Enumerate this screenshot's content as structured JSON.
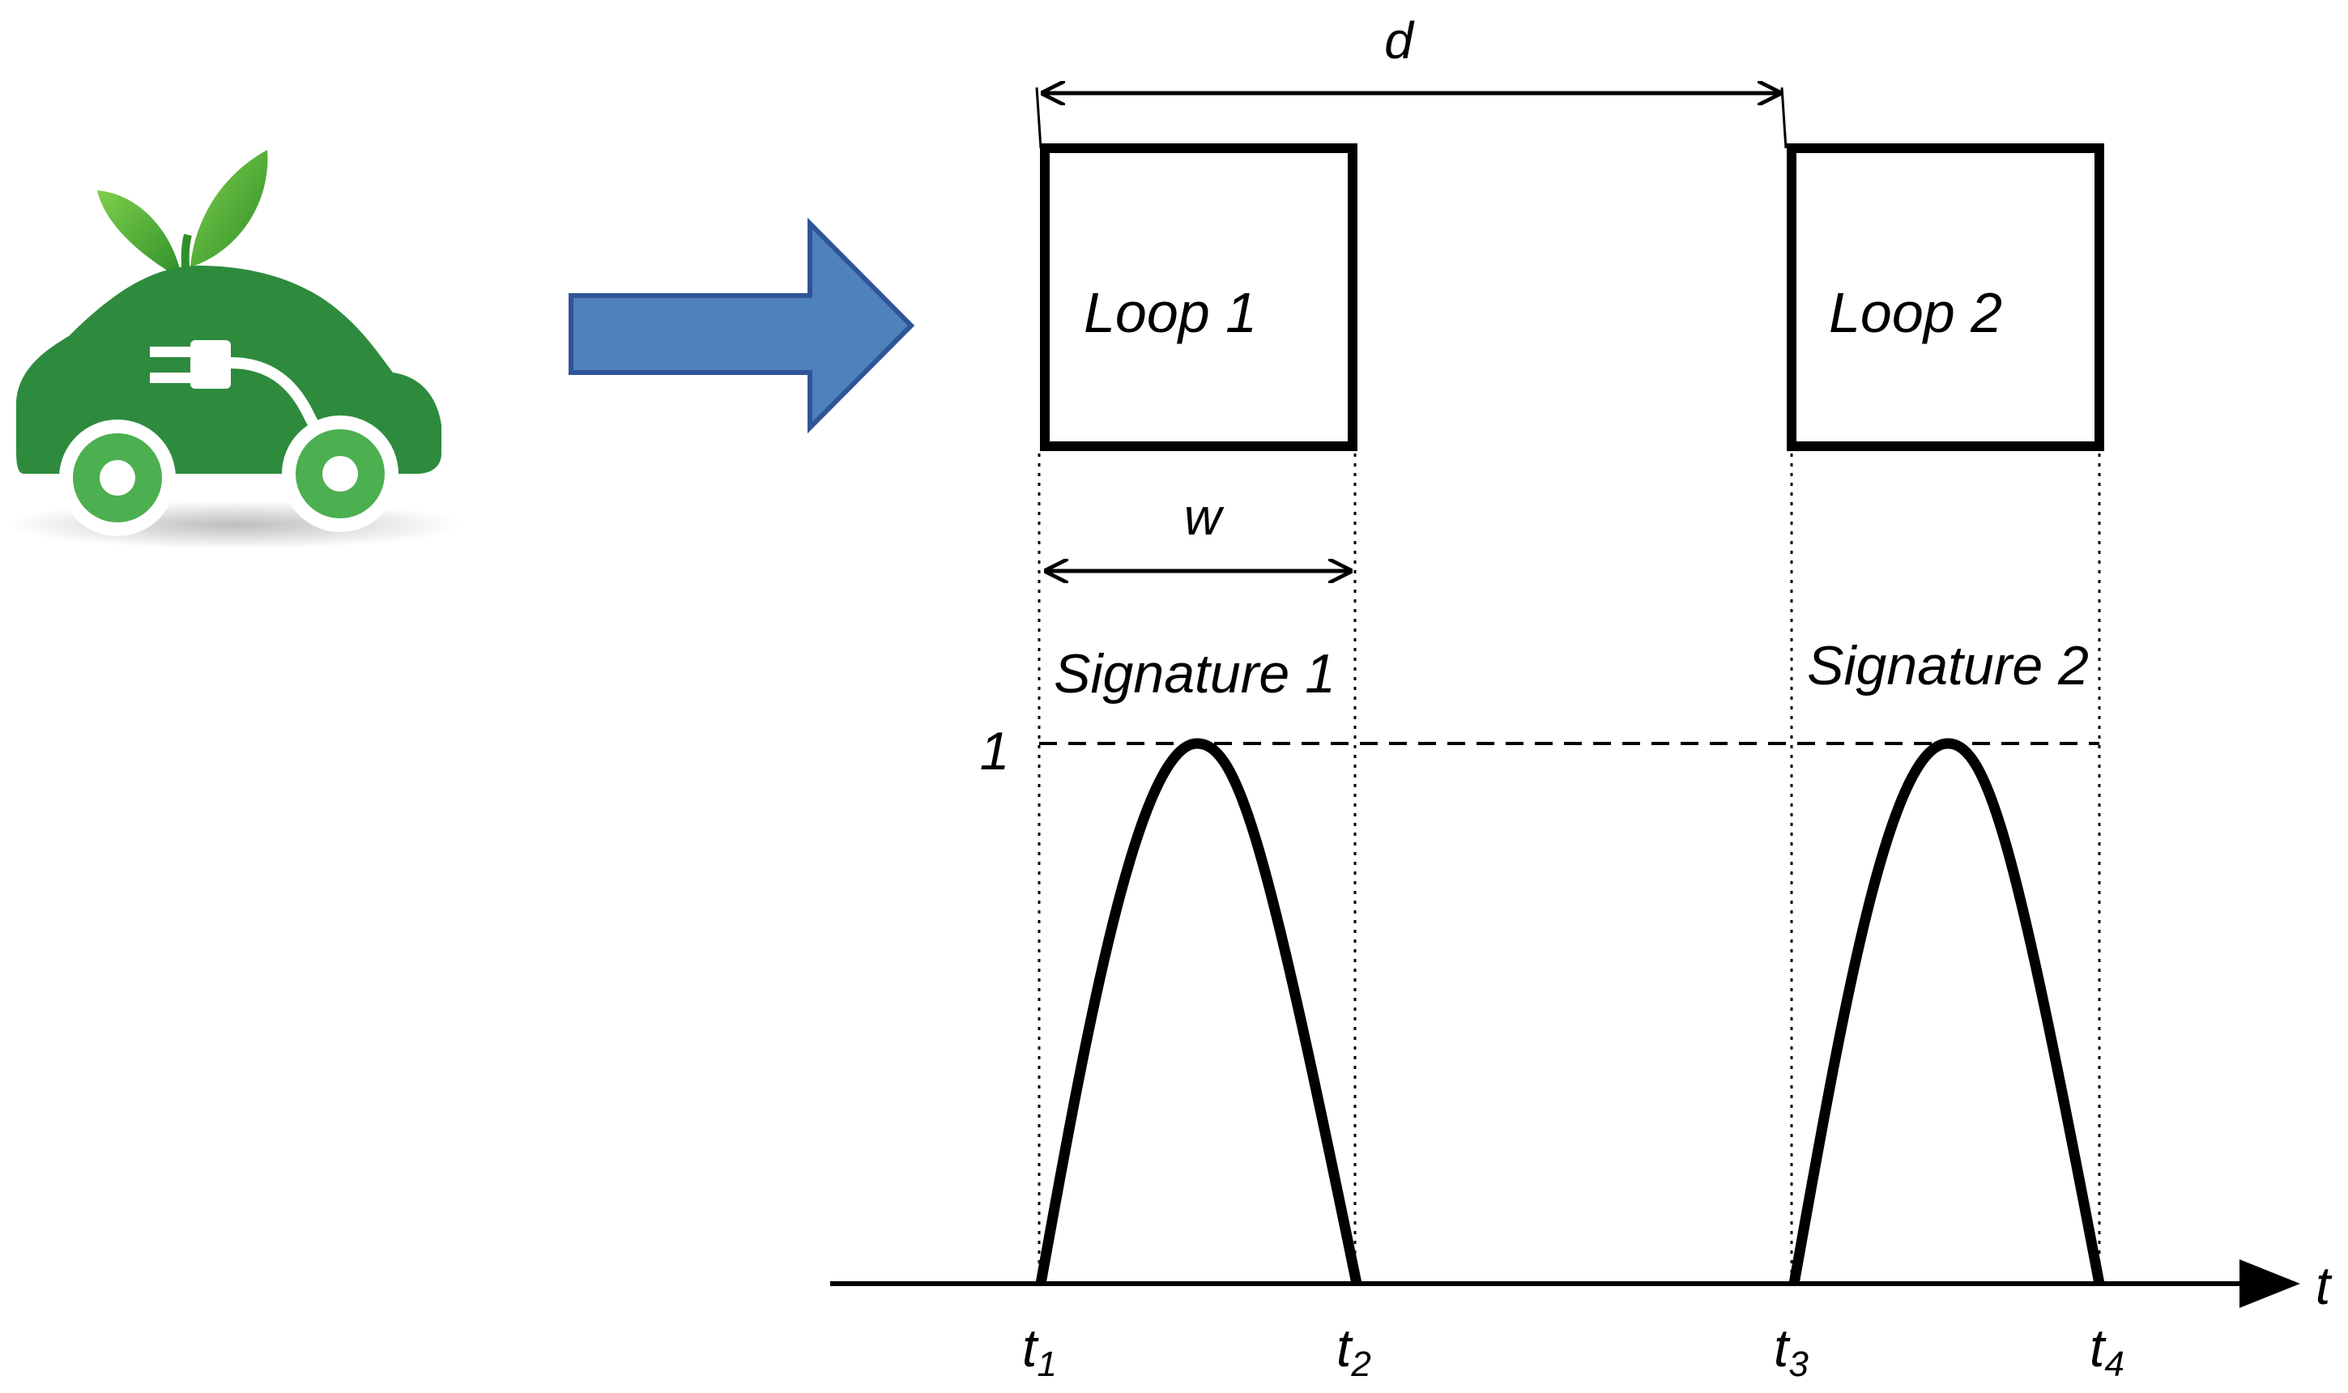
{
  "labels": {
    "distance": "d",
    "width": "w",
    "loop1": "Loop 1",
    "loop2": "Loop 2",
    "signature1": "Signature 1",
    "signature2": "Signature 2",
    "peak_value": "1",
    "time_axis": "t",
    "t1_base": "t",
    "t1_sub": "1",
    "t2_base": "t",
    "t2_sub": "2",
    "t3_base": "t",
    "t3_sub": "3",
    "t4_base": "t",
    "t4_sub": "4"
  },
  "icons": {
    "vehicle": "electric-car-icon",
    "direction": "right-arrow-icon"
  },
  "colors": {
    "car_green": "#2e8b3d",
    "leaf_green": "#5cb338",
    "arrow_fill": "#4f81bd",
    "arrow_stroke": "#2f5597",
    "line": "#000000"
  }
}
